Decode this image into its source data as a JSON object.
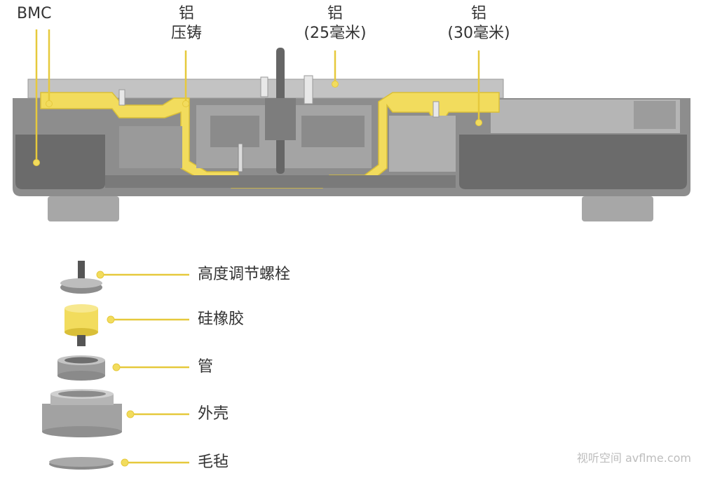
{
  "top_labels": {
    "bmc": "BMC",
    "diecast": [
      "铝",
      "压铸"
    ],
    "plate_25": [
      "铝",
      "(25毫米)"
    ],
    "plate_30": [
      "铝",
      "(30毫米)"
    ]
  },
  "foot_parts": [
    {
      "label": "高度调节螺栓"
    },
    {
      "label": "硅橡胶"
    },
    {
      "label": "管"
    },
    {
      "label": "外壳"
    },
    {
      "label": "毛毡"
    }
  ],
  "watermark": "视听空间 avflme.com",
  "colors": {
    "highlight_yellow": "#f2dc5d",
    "leader_yellow": "#e6c93c",
    "body_dark": "#6a6a6a",
    "body_mid": "#9a9a9a",
    "body_light": "#c9c9c9"
  }
}
